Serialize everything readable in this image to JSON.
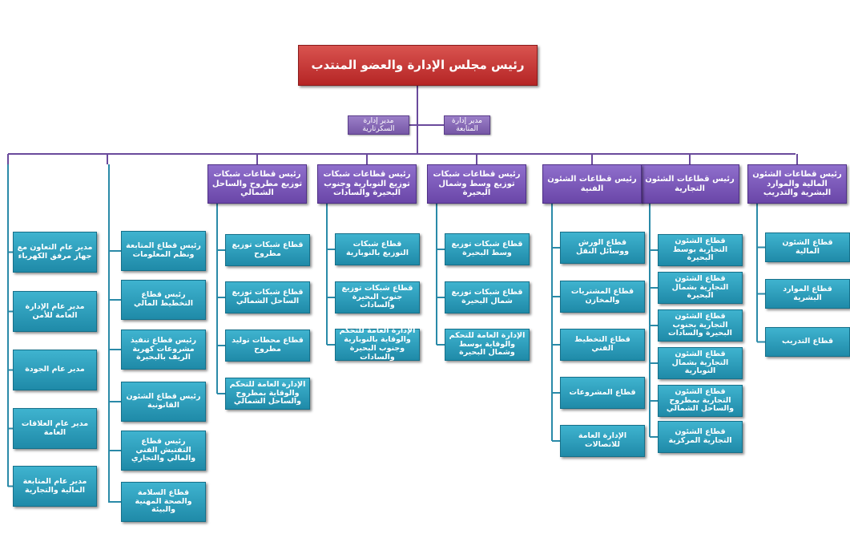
{
  "top": "رئيس مجلس الإدارة والعضو المنتدب",
  "assistants": [
    {
      "label": "مدير إدارة السكرتارية"
    },
    {
      "label": "مدير إدارة المتابعة"
    }
  ],
  "sectors": [
    {
      "head": "رئيس قطاعات الشئون المالية والموارد البشرية والتدريب",
      "subs": [
        "قطاع الشئون المالية",
        "قطاع الموارد البشرية",
        "قطاع التدريب"
      ]
    },
    {
      "head": "رئيس قطاعات الشئون التجارية",
      "subs": [
        "قطاع الشئون التجارية بوسط البحيرة",
        "قطاع الشئون التجارية بشمال البحيرة",
        "قطاع الشئون التجارية بجنوب البحيرة والسادات",
        "قطاع الشئون التجارية بشمال النوبارية",
        "قطاع الشئون التجارية بمطروح والساحل الشمالي",
        "قطاع الشئون التجارية المركزية"
      ]
    },
    {
      "head": "رئيس قطاعات الشئون الفنية",
      "subs": [
        "قطاع الورش ووسائل النقل",
        "قطاع المشتريات والمخازن",
        "قطاع التخطيط الفني",
        "قطاع المشروعات",
        "الإدارة العامة للاتصالات"
      ]
    },
    {
      "head": "رئيس قطاعات شبكات توزيع وسط وشمال البحيرة",
      "subs": [
        "قطاع شبكات توزيع وسط البحيرة",
        "قطاع شبكات توزيع شمال البحيرة",
        "الإدارة العامة للتحكم والوقاية بوسط وشمال البحيرة"
      ]
    },
    {
      "head": "رئيس قطاعات شبكات توزيع النوبارية وجنوب البحيرة والسادات",
      "subs": [
        "قطاع شبكات التوزيع بالنوبارية",
        "قطاع شبكات توزيع جنوب البحيرة والسادات",
        "الإدارة العامة للتحكم والوقاية بالنوبارية وجنوب البحيرة والسادات"
      ]
    },
    {
      "head": "رئيس قطاعات شبكات توزيع مطروح والساحل الشمالي",
      "subs": [
        "قطاع شبكات توزيع مطروح",
        "قطاع شبكات توزيع الساحل الشمالي",
        "قطاع محطات توليد مطروح",
        "الإدارة العامة للتحكم والوقاية بمطروح والساحل الشمالي"
      ]
    }
  ],
  "column_a": [
    "رئيس قطاع المتابعة ونظم المعلومات",
    "رئيس قطاع التخطيط المالي",
    "رئيس قطاع تنفيذ مشروعات كهربة الريف بالبحيرة",
    "رئيس قطاع الشئون القانونية",
    "رئيس قطاع التفتيش الفني والمالي والتجاري",
    "قطاع السلامة والصحة المهنية والبيئة"
  ],
  "column_b": [
    "مدير عام التعاون مع جهاز مرفق الكهرباء",
    "مدير عام الإدارة العامة للأمن",
    "مدير عام الجودة",
    "مدير عام العلاقات العامة",
    "مدير عام المتابعة المالية والتجارية"
  ]
}
